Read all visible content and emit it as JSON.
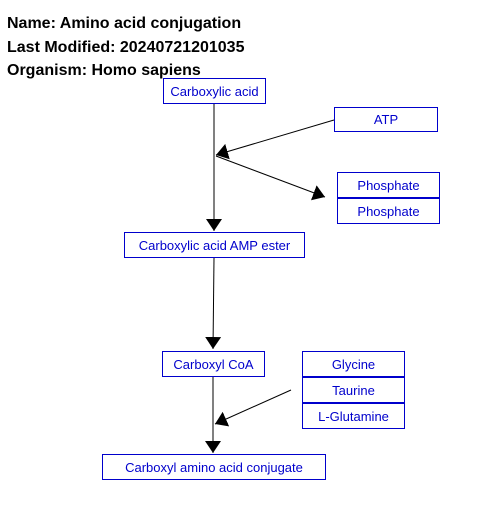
{
  "header": {
    "name_line": "Name: Amino acid conjugation",
    "modified_line": "Last Modified: 20240721201035",
    "organism_line": "Organism: Homo sapiens"
  },
  "nodes": {
    "carboxylic_acid": "Carboxylic acid",
    "atp": "ATP",
    "phosphate_1": "Phosphate",
    "phosphate_2": "Phosphate",
    "carboxylic_acid_amp_ester": "Carboxylic acid AMP ester",
    "carboxyl_coa": "Carboxyl CoA",
    "glycine": "Glycine",
    "taurine": "Taurine",
    "l_glutamine": "L-Glutamine",
    "carboxyl_amino_acid_conjugate": "Carboxyl amino acid conjugate"
  },
  "colors": {
    "node_border": "#0000cc",
    "node_text": "#0000cc",
    "edge": "#000000"
  }
}
